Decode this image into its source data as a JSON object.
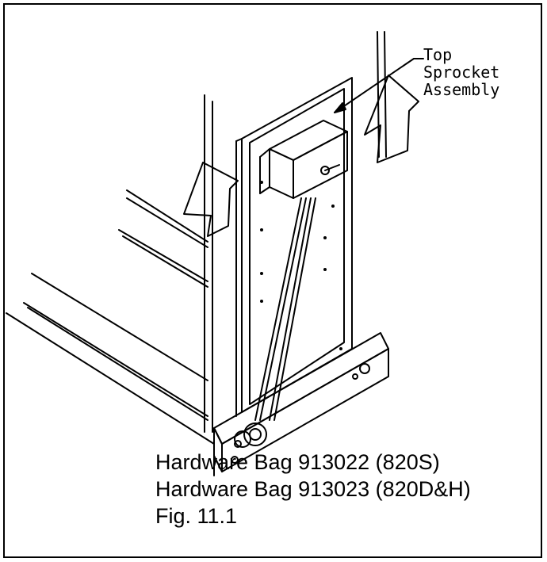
{
  "callout": {
    "lines": [
      "Top",
      "Sprocket",
      "Assembly"
    ]
  },
  "caption": {
    "line1": "Hardware Bag 913022 (820S)",
    "line2": "Hardware Bag 913023 (820D&H)",
    "line3": "Fig. 11.1"
  }
}
